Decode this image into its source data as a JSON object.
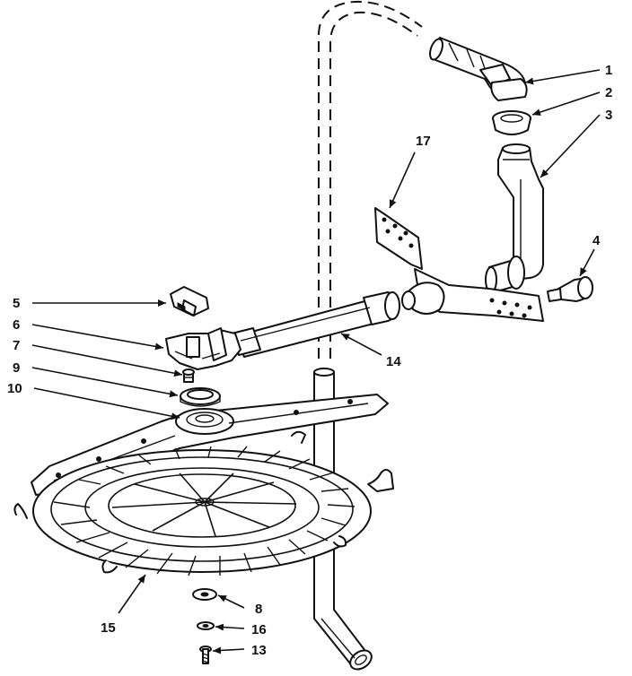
{
  "callouts": [
    {
      "key": "c1",
      "label": "1"
    },
    {
      "key": "c2",
      "label": "2"
    },
    {
      "key": "c3",
      "label": "3"
    },
    {
      "key": "c4",
      "label": "4"
    },
    {
      "key": "c5",
      "label": "5"
    },
    {
      "key": "c6",
      "label": "6"
    },
    {
      "key": "c7",
      "label": "7"
    },
    {
      "key": "c8",
      "label": "8"
    },
    {
      "key": "c9",
      "label": "9"
    },
    {
      "key": "c10",
      "label": "10"
    },
    {
      "key": "c13",
      "label": "13"
    },
    {
      "key": "c14",
      "label": "14"
    },
    {
      "key": "c15",
      "label": "15"
    },
    {
      "key": "c16",
      "label": "16"
    },
    {
      "key": "c17",
      "label": "17"
    }
  ]
}
